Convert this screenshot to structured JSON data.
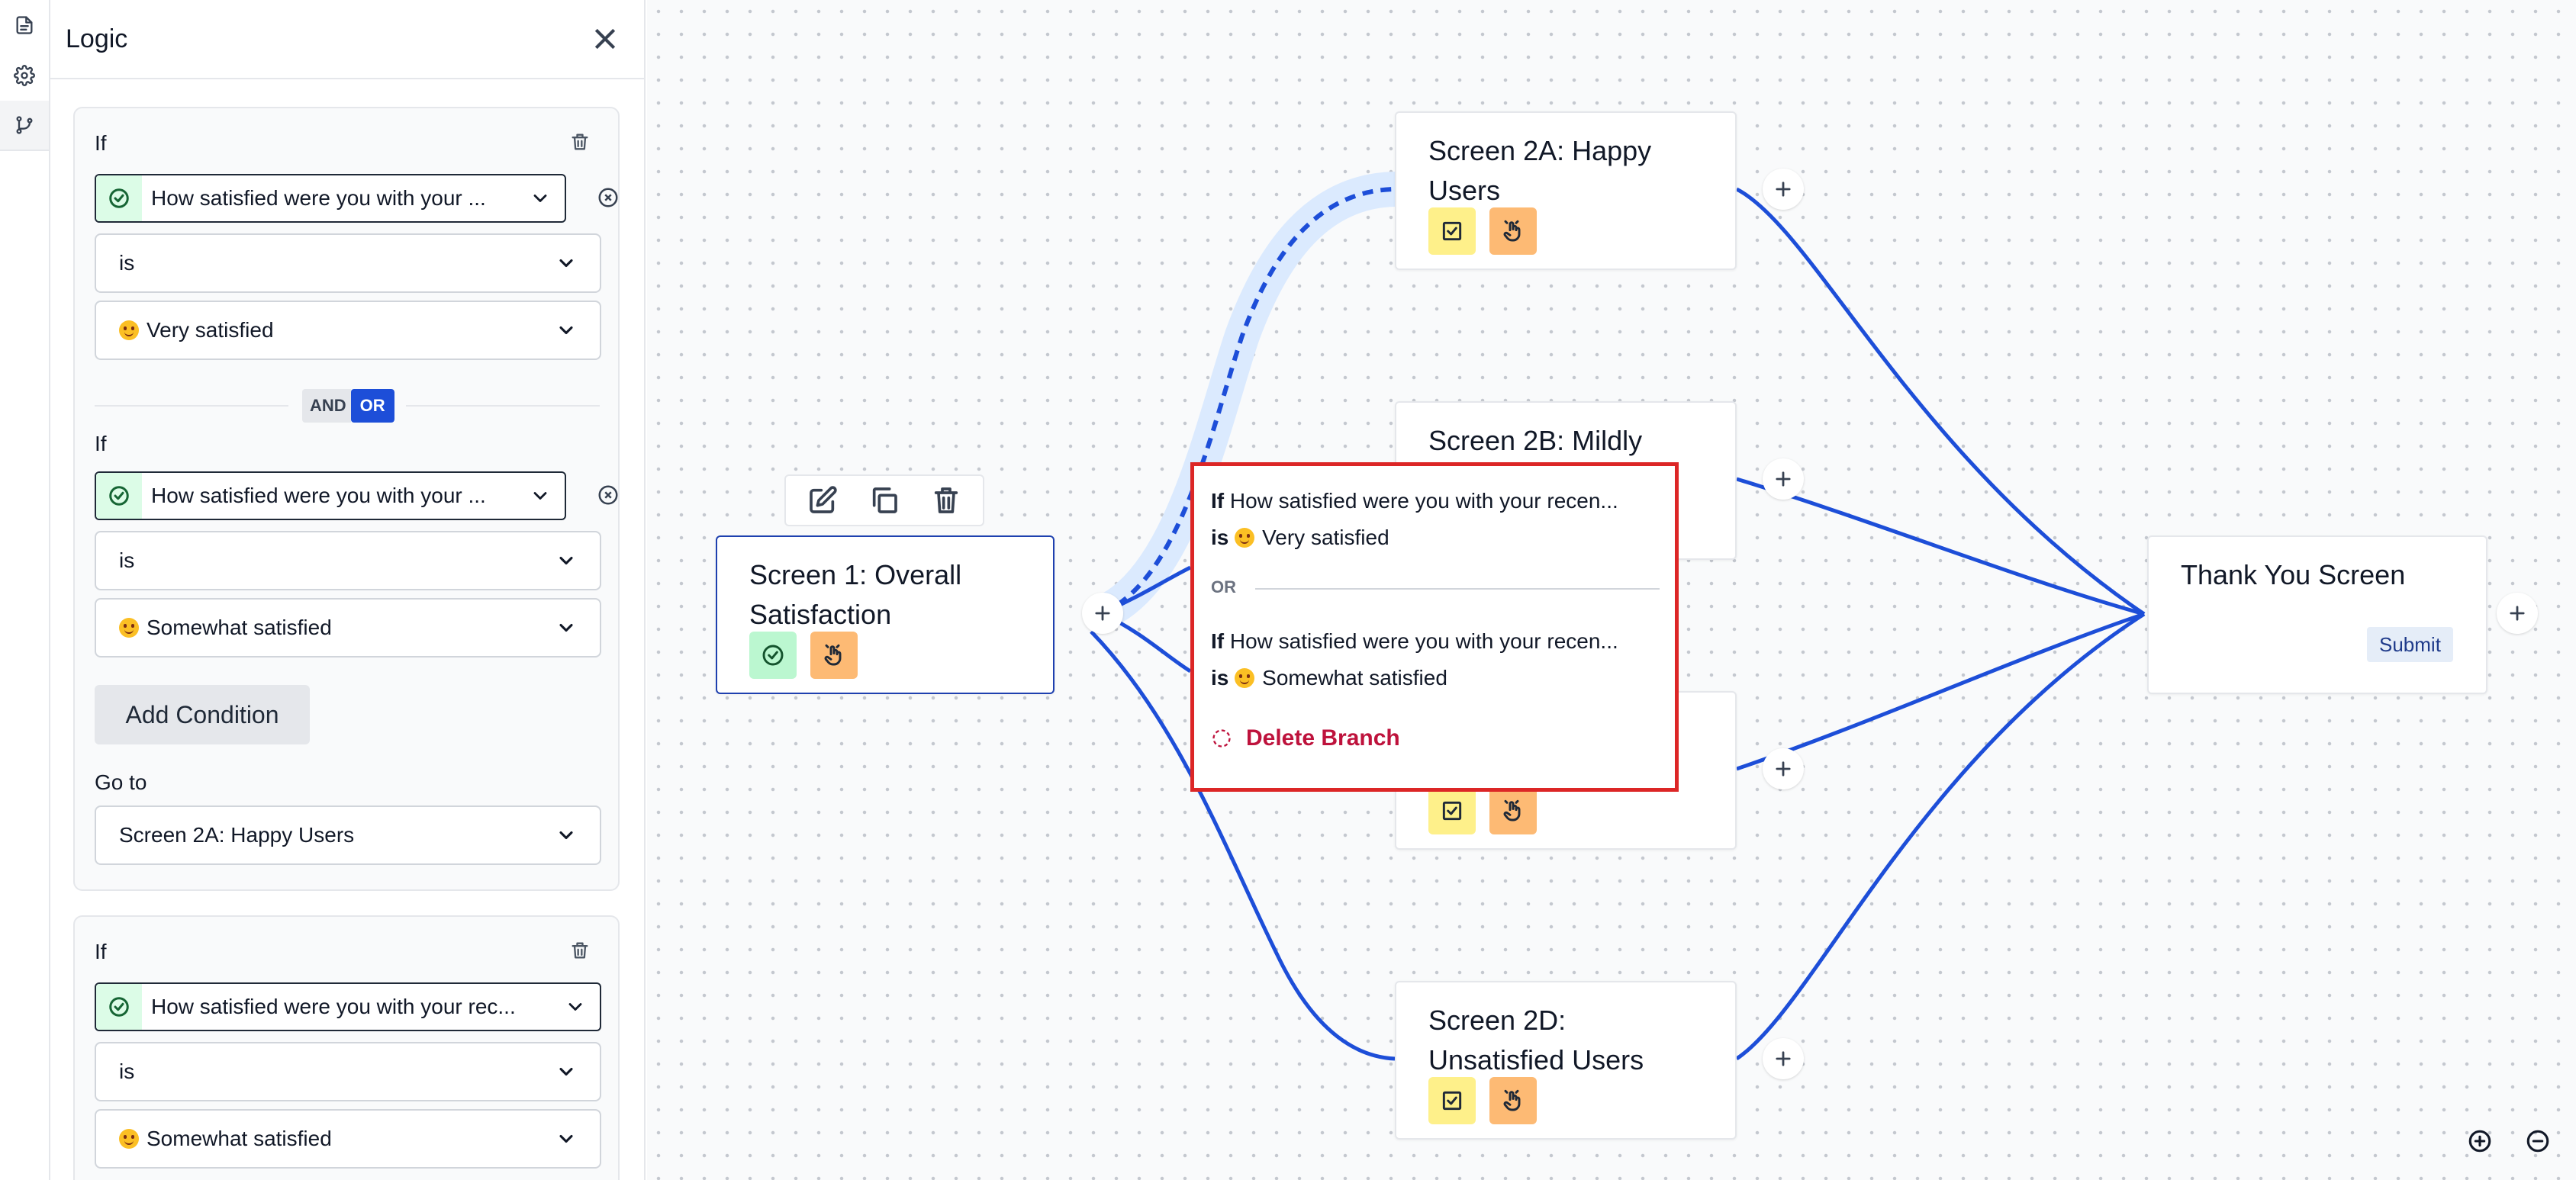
{
  "rail": {
    "items": [
      {
        "icon": "document-icon"
      },
      {
        "icon": "gear-icon"
      },
      {
        "icon": "branch-icon"
      }
    ]
  },
  "panel": {
    "title": "Logic",
    "if_label": "If",
    "rules": [
      {
        "conditions": [
          {
            "question": "How satisfied were you with your ...",
            "operator": "is",
            "value": "Very satisfied"
          },
          {
            "question": "How satisfied were you with your ...",
            "operator": "is",
            "value": "Somewhat satisfied"
          }
        ],
        "combinator": {
          "and": "AND",
          "or": "OR",
          "active": "OR"
        },
        "add_condition_label": "Add Condition",
        "goto_label": "Go to",
        "goto_value": "Screen 2A: Happy Users"
      },
      {
        "conditions": [
          {
            "question": "How satisfied were you with your rec...",
            "operator": "is",
            "value": "Somewhat satisfied"
          }
        ]
      }
    ]
  },
  "canvas": {
    "nodes": [
      {
        "id": "s1",
        "title_line1": "Screen 1: Overall",
        "title_line2": "Satisfaction",
        "chips": [
          "check-circle-icon",
          "tap-icon"
        ]
      },
      {
        "id": "s2a",
        "title_line1": "Screen 2A: Happy",
        "title_line2": "Users",
        "chips": [
          "checkbox-icon",
          "tap-icon"
        ]
      },
      {
        "id": "s2b",
        "title_line1": "Screen 2B: Mildly",
        "title_line2": ""
      },
      {
        "id": "s2c",
        "title_line1": "",
        "title_line2": "",
        "chips": [
          "checkbox-icon",
          "tap-icon"
        ]
      },
      {
        "id": "s2d",
        "title_line1": "Screen 2D:",
        "title_line2": "Unsatisfied Users",
        "chips": [
          "checkbox-icon",
          "tap-icon"
        ]
      },
      {
        "id": "ty",
        "title_line1": "Thank You Screen",
        "button": "Submit"
      }
    ],
    "node_toolbar": [
      "edit-icon",
      "duplicate-icon",
      "trash-icon"
    ],
    "branch_popup": {
      "line1_if": "If",
      "line1_text": "How satisfied were you with your recen...",
      "line2_is": "is",
      "line2_value": "Very satisfied",
      "or_label": "OR",
      "line3_if": "If",
      "line3_text": "How satisfied were you with your recen...",
      "line4_is": "is",
      "line4_value": "Somewhat satisfied",
      "delete_label": "Delete Branch"
    },
    "zoom": [
      "zoom-in-icon",
      "zoom-out-icon"
    ],
    "colors": {
      "edge": "#1d4ed8",
      "highlight": "#dbeafe",
      "popup_border": "#dc2626",
      "delete": "#be123c"
    }
  }
}
